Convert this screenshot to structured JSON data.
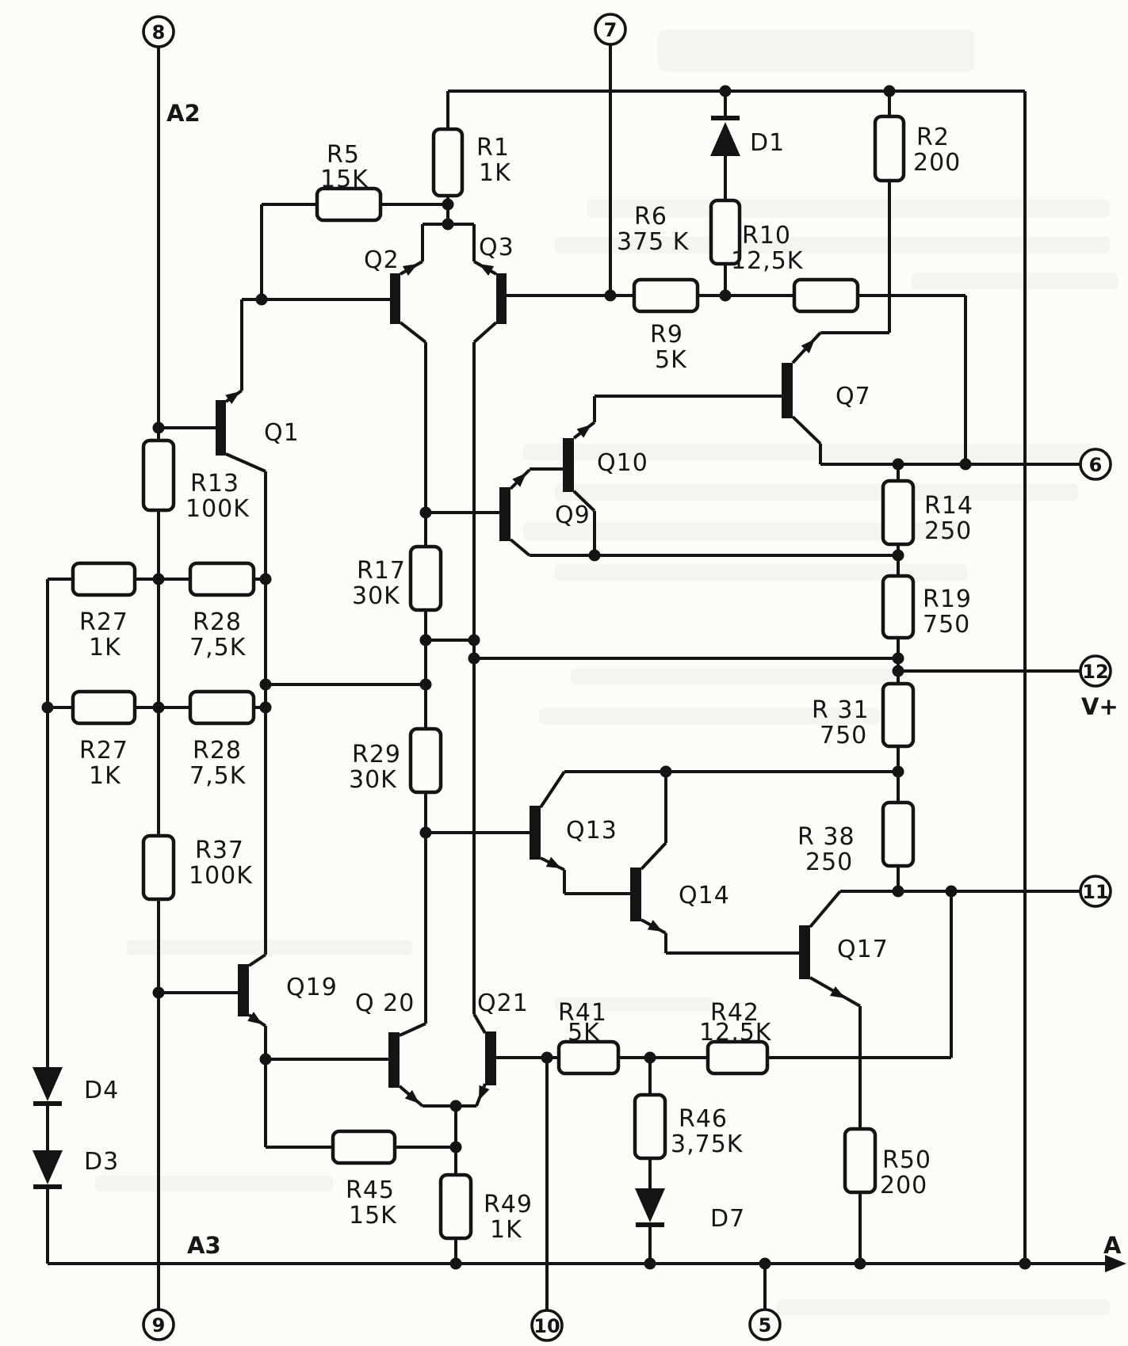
{
  "labels": {
    "a2": "A2",
    "a3": "A3",
    "vplus": "V+",
    "a_arrow": "A"
  },
  "terminals": {
    "t5": "5",
    "t6": "6",
    "t7": "7",
    "t8": "8",
    "t9": "9",
    "t10": "10",
    "t11": "11",
    "t12": "12"
  },
  "transistors": {
    "q1": "Q1",
    "q2": "Q2",
    "q3": "Q3",
    "q7": "Q7",
    "q9": "Q9",
    "q10": "Q10",
    "q13": "Q13",
    "q14": "Q14",
    "q17": "Q17",
    "q19": "Q19",
    "q20": "Q 20",
    "q21": "Q21"
  },
  "diodes": {
    "d1": "D1",
    "d3": "D3",
    "d4": "D4",
    "d7": "D7"
  },
  "resistors": {
    "r1": {
      "n": "R1",
      "v": "1K"
    },
    "r2": {
      "n": "R2",
      "v": "200"
    },
    "r5": {
      "n": "R5",
      "v": "15K"
    },
    "r6": {
      "n": "R6",
      "v": "375 K"
    },
    "r9": {
      "n": "R9",
      "v": "5K"
    },
    "r10": {
      "n": "R10",
      "v": "12,5K"
    },
    "r13": {
      "n": "R13",
      "v": "100K"
    },
    "r14": {
      "n": "R14",
      "v": "250"
    },
    "r17": {
      "n": "R17",
      "v": "30K"
    },
    "r19": {
      "n": "R19",
      "v": "750"
    },
    "r27a": {
      "n": "R27",
      "v": "1K"
    },
    "r28a": {
      "n": "R28",
      "v": "7,5K"
    },
    "r27b": {
      "n": "R27",
      "v": "1K"
    },
    "r28b": {
      "n": "R28",
      "v": "7,5K"
    },
    "r29": {
      "n": "R29",
      "v": "30K"
    },
    "r31": {
      "n": "R 31",
      "v": "750"
    },
    "r37": {
      "n": "R37",
      "v": "100K"
    },
    "r38": {
      "n": "R 38",
      "v": "250"
    },
    "r41": {
      "n": "R41",
      "v": "5K"
    },
    "r42": {
      "n": "R42",
      "v": "12,5K"
    },
    "r45": {
      "n": "R45",
      "v": "15K"
    },
    "r46": {
      "n": "R46",
      "v": "3,75K"
    },
    "r49": {
      "n": "R49",
      "v": "1K"
    },
    "r50": {
      "n": "R50",
      "v": "200"
    }
  }
}
